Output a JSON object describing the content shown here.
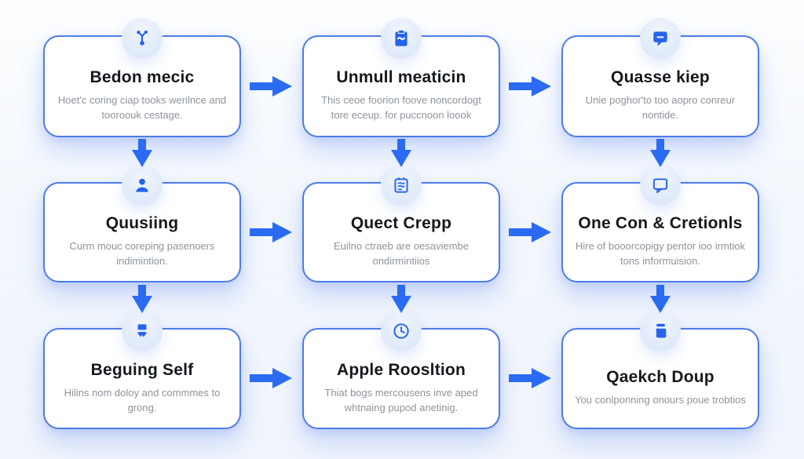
{
  "palette": {
    "arrow_blue": "#2a6bf2",
    "icon_blue": "#2563eb",
    "border_blue": "#4d7ce6",
    "icon_circle_bg": "#dfe9f9",
    "card_bg": "#ffffff",
    "title_color": "#15181d",
    "subtitle_color": "#8e939c",
    "page_bg": "#f3f7fd"
  },
  "cards": [
    {
      "icon": "git-branch-icon",
      "title": "Bedon mecic",
      "description": "Hoet'c coring ciap tooks werilnce and tooroouk cestage."
    },
    {
      "icon": "clipboard-icon",
      "title": "Unmull meaticin",
      "description": "This ceoe foorion foove noncordogt tore eceup. for puccnoon loook"
    },
    {
      "icon": "chat-bubble-icon",
      "title": "Quasse kiep",
      "description": "Unie poghor'to too aopro conreur nontide."
    },
    {
      "icon": "user-icon",
      "title": "Quusiing",
      "description": "Curm mouc coreping pasenoers indimintion."
    },
    {
      "icon": "list-icon",
      "title": "Quect Crepp",
      "description": "Euilno ctraeb are oesaviembe ondirmintiios"
    },
    {
      "icon": "speech-bubble-outline-icon",
      "title": "One Con & Cretionls",
      "description": "Hire of booorcopigy pentor ioo irmtiok tons informuision."
    },
    {
      "icon": "bookmark-icon",
      "title": "Beguing Self",
      "description": "Hilins nom doloy and commmes to grong."
    },
    {
      "icon": "clock-icon",
      "title": "Apple Roosltion",
      "description": "Thiat bogs mercousens inve aped whtnaing pupod anetinig."
    },
    {
      "icon": "folder-icon",
      "title": "Qaekch Doup",
      "description": "You conlponning onours poue trobtios"
    }
  ],
  "flow": {
    "grid": "3x3",
    "horizontal_arrows": 6,
    "vertical_arrows": 6,
    "direction": "left-to-right, top-to-bottom"
  }
}
